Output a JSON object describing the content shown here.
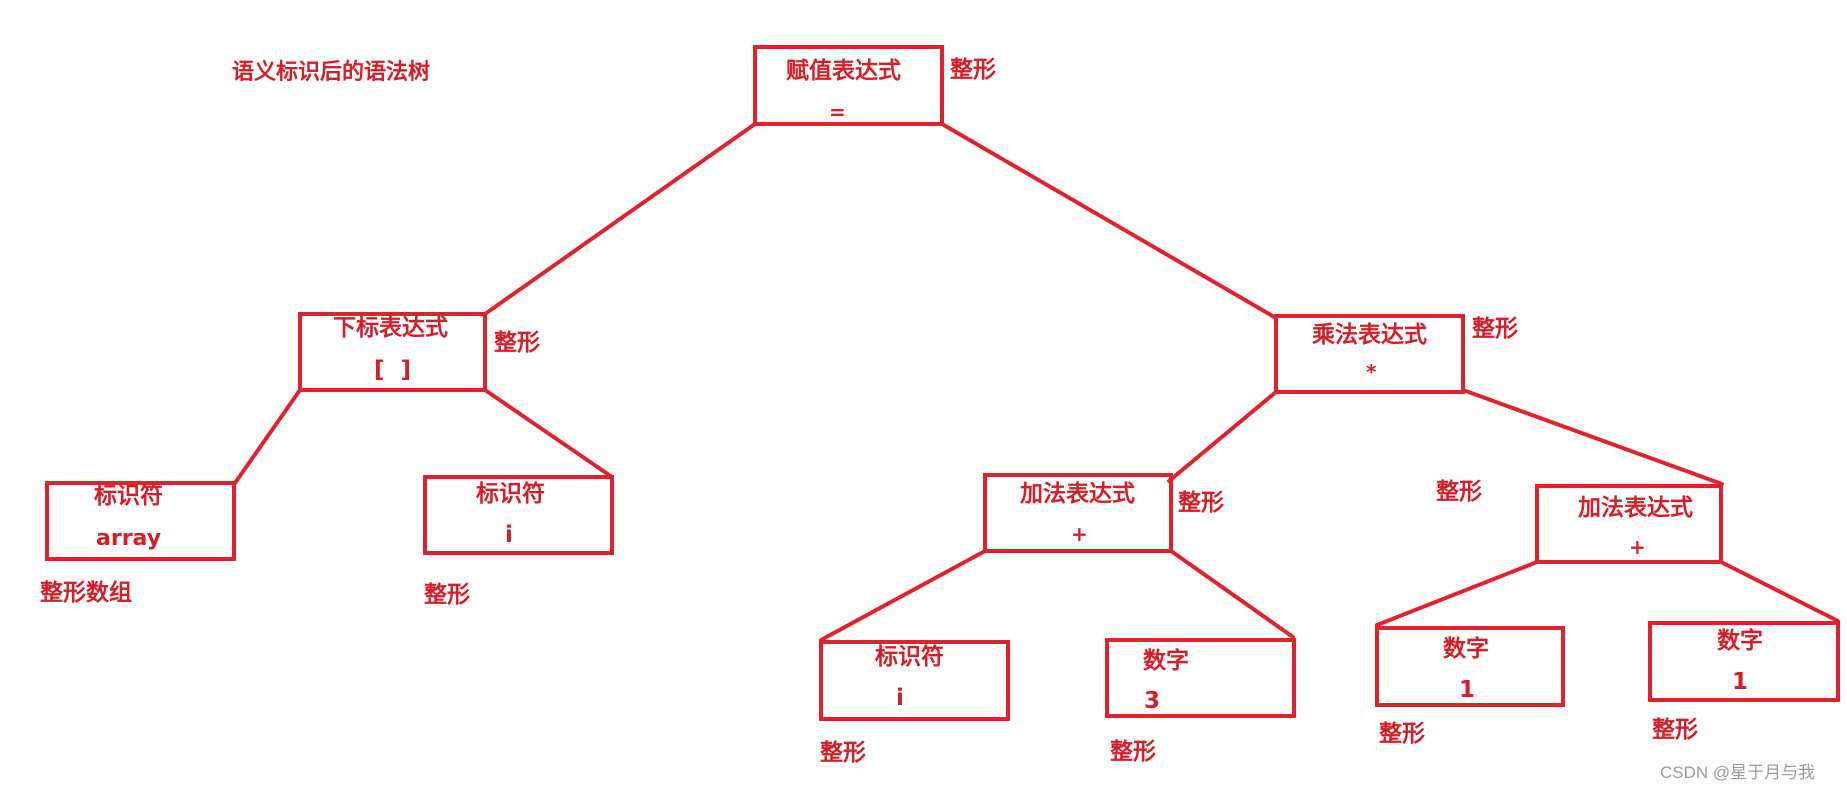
{
  "title": "语义标识后的语法树",
  "colors": {
    "stroke": "#e0222d",
    "text": "#d41f28",
    "watermark": "#9a9a9a"
  },
  "nodes": {
    "assign": {
      "name": "赋值表达式",
      "op": "=",
      "type": "整形"
    },
    "subscript": {
      "name": "下标表达式",
      "op": "[  ]",
      "type": "整形"
    },
    "id_array": {
      "name": "标识符",
      "op": "array",
      "type": "整形数组"
    },
    "id_i_left": {
      "name": "标识符",
      "op": "i",
      "type": "整形"
    },
    "mul": {
      "name": "乘法表达式",
      "op": "*",
      "type": "整形"
    },
    "add_left": {
      "name": "加法表达式",
      "op": "+",
      "type": "整形"
    },
    "add_right": {
      "name": "加法表达式",
      "op": "+",
      "type": "整形"
    },
    "id_i_right": {
      "name": "标识符",
      "op": "i",
      "type": "整形"
    },
    "num_3": {
      "name": "数字",
      "op": "3",
      "type": "整形"
    },
    "num_1_a": {
      "name": "数字",
      "op": "1",
      "type": "整形"
    },
    "num_1_b": {
      "name": "数字",
      "op": "1",
      "type": "整形"
    }
  },
  "watermark": "CSDN @星于月与我"
}
